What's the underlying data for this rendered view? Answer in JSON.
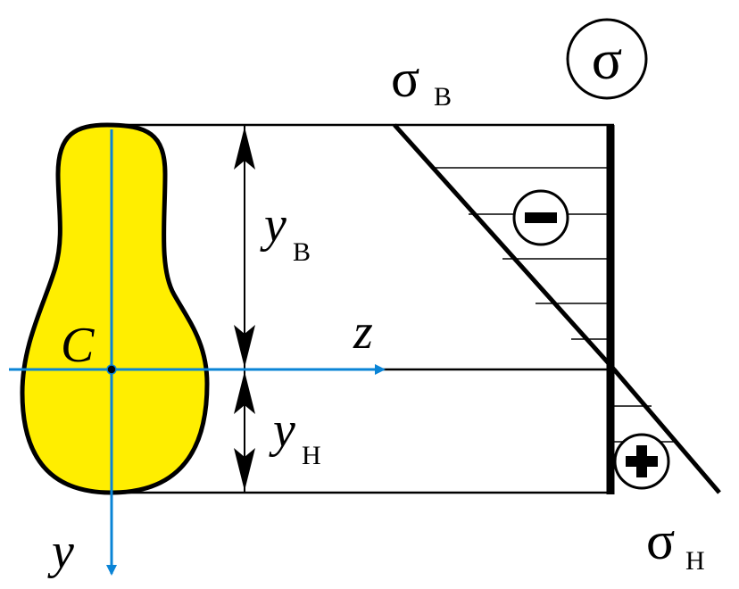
{
  "colors": {
    "section_fill": "#ffee00",
    "axis_color": "#0a84d6",
    "line_color": "#000000",
    "background": "#ffffff"
  },
  "labels": {
    "sigma_badge": "σ",
    "sigma_top": "σ",
    "sigma_top_sub": "B",
    "sigma_bottom": "σ",
    "sigma_bottom_sub": "H",
    "centroid": "C",
    "z_axis": "z",
    "y_axis": "y",
    "y_top": "y",
    "y_top_sub": "B",
    "y_bottom": "y",
    "y_bottom_sub": "H"
  },
  "signs": {
    "compression": "minus",
    "tension": "plus"
  }
}
